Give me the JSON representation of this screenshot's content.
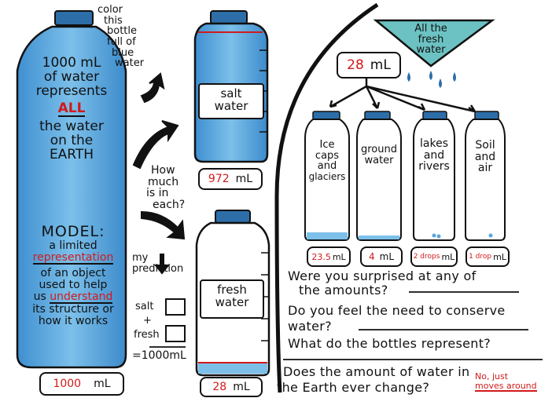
{
  "big_bottle": {
    "note": [
      "color",
      "this",
      "bottle",
      "full of",
      "blue",
      "water"
    ],
    "text_1000": "1000 mL",
    "text_of_water": "of water",
    "text_represents": "represents",
    "text_all": "ALL",
    "text_the_water": "the water",
    "text_on_the": "on the",
    "text_earth": "EARTH",
    "model_title": "MODEL:",
    "model_a_limited": "a limited",
    "model_representation": "representation",
    "model_line1": "of an object",
    "model_line2": "used to help",
    "model_us": "us",
    "model_understand": "understand",
    "model_line4": "its structure or",
    "model_line5": "how it works",
    "measure_value": "1000",
    "measure_unit": "mL"
  },
  "how_much": [
    "How",
    "much",
    "is in",
    "each?"
  ],
  "prediction": {
    "title_1": "my",
    "title_2": "prediction",
    "salt": "salt",
    "plus": "+",
    "fresh": "fresh",
    "total": "=1000mL"
  },
  "salt_bottle": {
    "label_1": "salt",
    "label_2": "water",
    "value": "972",
    "unit": "mL"
  },
  "fresh_bottle": {
    "label_1": "fresh",
    "label_2": "water",
    "value": "28",
    "unit": "mL"
  },
  "funnel": {
    "line1": "All the",
    "line2": "fresh",
    "line3": "water",
    "value": "28",
    "unit": "mL"
  },
  "small_bottles": [
    {
      "label": [
        "Ice",
        "caps",
        "and",
        "glaciers"
      ],
      "value": "23.5",
      "unit": "mL"
    },
    {
      "label": [
        "ground",
        "water"
      ],
      "value": "4",
      "unit": "mL"
    },
    {
      "label": [
        "lakes",
        "and",
        "rivers"
      ],
      "value": "2 drops",
      "unit": "mL"
    },
    {
      "label": [
        "Soil",
        "and",
        "air"
      ],
      "value": "1 drop",
      "unit": "mL"
    }
  ],
  "questions": {
    "q1a": "Were you surprised at any of",
    "q1b": "the amounts?",
    "q2a": "Do you feel the need to conserve",
    "q2b": "water?",
    "q3": "What do the bottles represent?",
    "q4a": "Does the amount of water in",
    "q4b": "the Earth ever change?",
    "q4_answer_1": "No, just",
    "q4_answer_2": "moves around"
  },
  "colors": {
    "water_blue": "#5aa6dc",
    "accent_red": "#d11a1a",
    "ink": "#111111"
  }
}
